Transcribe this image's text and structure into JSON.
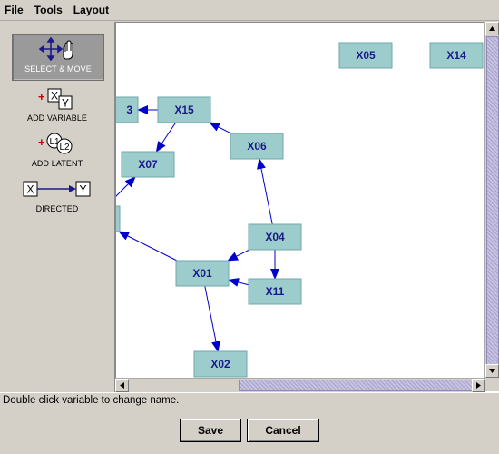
{
  "menu": {
    "items": [
      "File",
      "Tools",
      "Layout"
    ]
  },
  "palette": {
    "tools": [
      {
        "label": "SELECT & MOVE",
        "icon": "move-hand-icon",
        "active": true
      },
      {
        "label": "ADD VARIABLE",
        "icon": "add-variable-icon",
        "active": false
      },
      {
        "label": "ADD LATENT",
        "icon": "add-latent-icon",
        "active": false
      },
      {
        "label": "DIRECTED",
        "icon": "directed-edge-icon",
        "active": false
      }
    ],
    "icon_text": {
      "x": "X",
      "y": "Y",
      "l1": "L1",
      "l2": "L2",
      "plus": "+"
    }
  },
  "graph": {
    "nodes": [
      {
        "id": "X05",
        "label": "X05"
      },
      {
        "id": "X14",
        "label": "X14"
      },
      {
        "id": "X13",
        "label": "3"
      },
      {
        "id": "X15",
        "label": "X15"
      },
      {
        "id": "X06",
        "label": "X06"
      },
      {
        "id": "X07",
        "label": "X07"
      },
      {
        "id": "XL",
        "label": ""
      },
      {
        "id": "X04",
        "label": "X04"
      },
      {
        "id": "X01",
        "label": "X01"
      },
      {
        "id": "X11",
        "label": "X11"
      },
      {
        "id": "X02",
        "label": "X02"
      }
    ],
    "edges": [
      {
        "from": "X15",
        "to": "X13"
      },
      {
        "from": "X15",
        "to": "X07"
      },
      {
        "from": "X06",
        "to": "X15"
      },
      {
        "from": "X04",
        "to": "X06"
      },
      {
        "from": "X04",
        "to": "X01"
      },
      {
        "from": "X04",
        "to": "X11"
      },
      {
        "from": "X11",
        "to": "X01"
      },
      {
        "from": "X01",
        "to": "XL"
      },
      {
        "from": "X01",
        "to": "X02"
      },
      {
        "from": "XL",
        "to": "X07"
      }
    ],
    "colors": {
      "node_fill": "#9ccccc",
      "node_border": "#6fa7a7",
      "node_text": "#1a1a8c",
      "edge": "#0000cc"
    }
  },
  "status": {
    "text": "Double click variable to change name."
  },
  "buttons": {
    "save": "Save",
    "cancel": "Cancel"
  }
}
